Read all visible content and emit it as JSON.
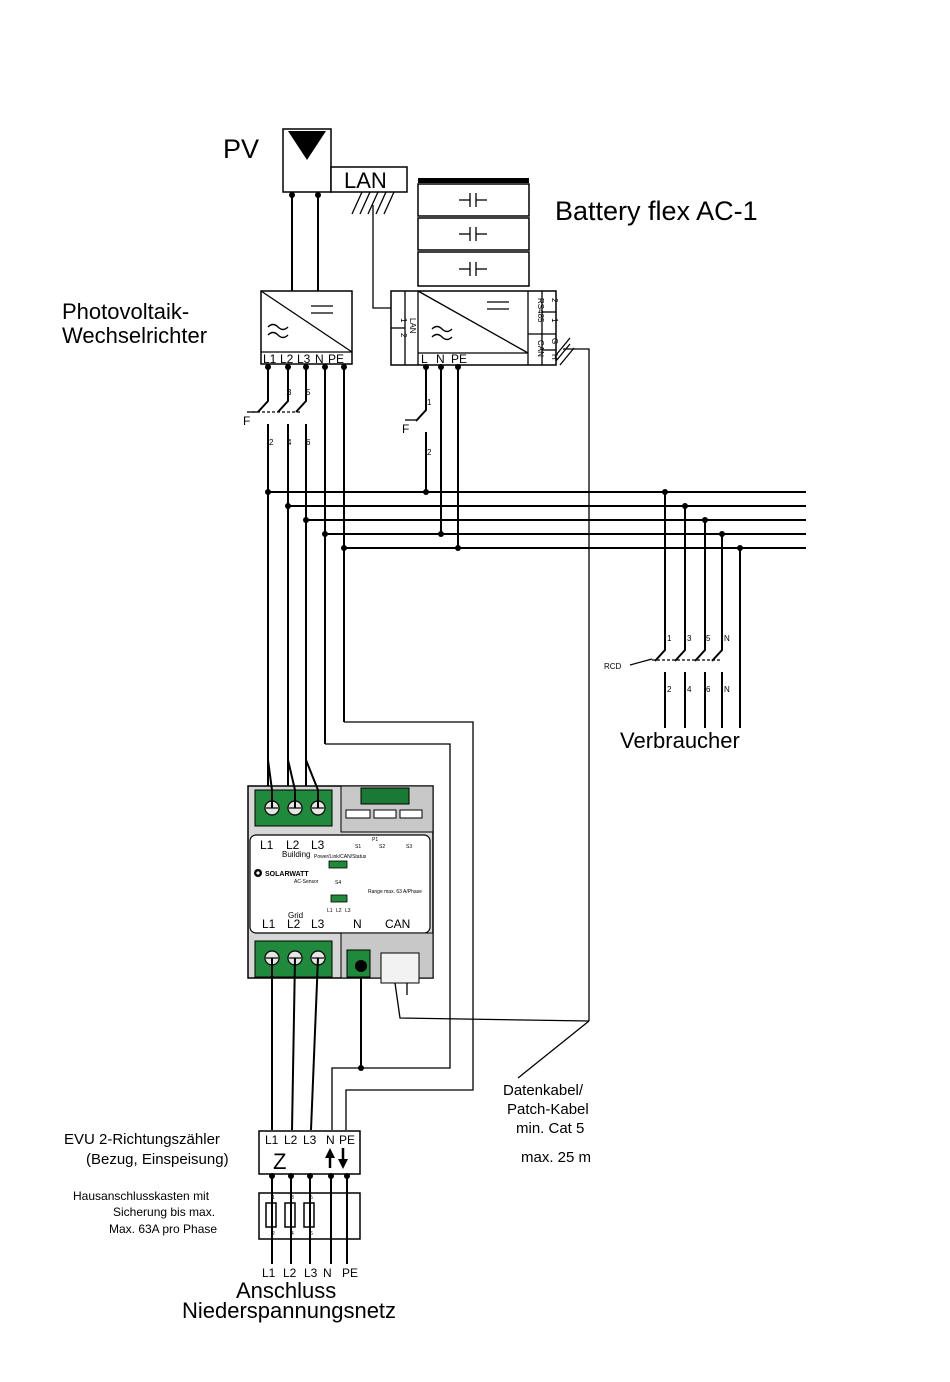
{
  "pv": {
    "label": "PV"
  },
  "lan": {
    "label": "LAN"
  },
  "battery": {
    "title": "Battery flex AC-1"
  },
  "inverter": {
    "title_line1": "Photovoltaik-",
    "title_line2": "Wechselrichter",
    "terminals": [
      "L1",
      "L2",
      "L3",
      "N",
      "PE"
    ]
  },
  "battery_inverter": {
    "terminals": [
      "L",
      "N",
      "PE"
    ],
    "side_left": [
      "1",
      "2",
      "LAN"
    ],
    "side_right": [
      "RS485",
      "1",
      "2",
      "CAN",
      "H",
      "G"
    ]
  },
  "breakers": {
    "pv_breaker": {
      "label": "F",
      "top": [
        "1",
        "3",
        "5"
      ],
      "bottom": [
        "2",
        "4",
        "6"
      ]
    },
    "battery_breaker": {
      "label": "F",
      "top": "1",
      "bottom": "2"
    },
    "rcd": {
      "label": "RCD",
      "top": [
        "1",
        "3",
        "5",
        "N"
      ],
      "bottom": [
        "2",
        "4",
        "6",
        "N"
      ]
    }
  },
  "consumer": {
    "label": "Verbraucher"
  },
  "sensor": {
    "top_labels": [
      "L1",
      "L2",
      "L3"
    ],
    "top_group": "Building",
    "bottom_labels": [
      "L1",
      "L2",
      "L3",
      "N",
      "CAN"
    ],
    "bottom_group": "Grid",
    "brand": "SOLARWATT",
    "model": "AC-Sensor",
    "switch_labels": [
      "S1",
      "S2",
      "S3"
    ],
    "p1": "P1",
    "small_text_1": "Power/Link/CAN/Status",
    "small_text_2": "S4",
    "small_text_3": "Range max. 63 A/Phase",
    "small_bottom": [
      "L1",
      "L2",
      "L3"
    ]
  },
  "cable_note": {
    "line1": "Datenkabel/",
    "line2": "Patch-Kabel",
    "line3": "min. Cat 5",
    "line4": "max. 25 m"
  },
  "meter": {
    "title_line1": "EVU 2-Richtungszähler",
    "title_line2": "(Bezug, Einspeisung)",
    "terminals": [
      "L1",
      "L2",
      "L3",
      "N",
      "PE"
    ],
    "symbol": "Z"
  },
  "fusebox": {
    "line1": "Hausanschlusskasten mit",
    "line2": "Sicherung bis max.",
    "line3": "Max. 63A pro Phase",
    "top_numbers": [
      "1",
      "3",
      "5"
    ],
    "bottom_numbers": [
      "2",
      "4",
      "6"
    ]
  },
  "grid": {
    "terminals": [
      "L1",
      "L2",
      "L3",
      "N",
      "PE"
    ],
    "title_line1": "Anschluss",
    "title_line2": "Niederspannungsnetz"
  }
}
